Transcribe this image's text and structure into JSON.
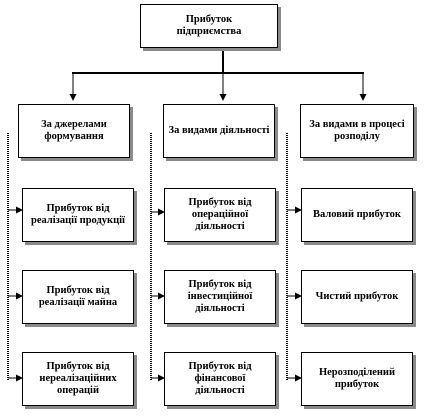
{
  "diagram": {
    "root": {
      "line1": "Прибуток",
      "line2": "підприємства"
    },
    "categories": [
      {
        "title": "За джерелами формування",
        "items": [
          "Прибуток від реалізації продукції",
          "Прибуток від реалізації майна",
          "Прибуток від нереалізаційних операцій"
        ]
      },
      {
        "title": "За видами діяльності",
        "items": [
          "Прибуток від операційної діяльності",
          "Прибуток від інвестиційної діяльності",
          "Прибуток від фінансової діяльності"
        ]
      },
      {
        "title": "За видами в процесі розподілу",
        "items": [
          "Валовий прибуток",
          "Чистий прибуток",
          "Нерозподілений прибуток"
        ]
      }
    ]
  }
}
